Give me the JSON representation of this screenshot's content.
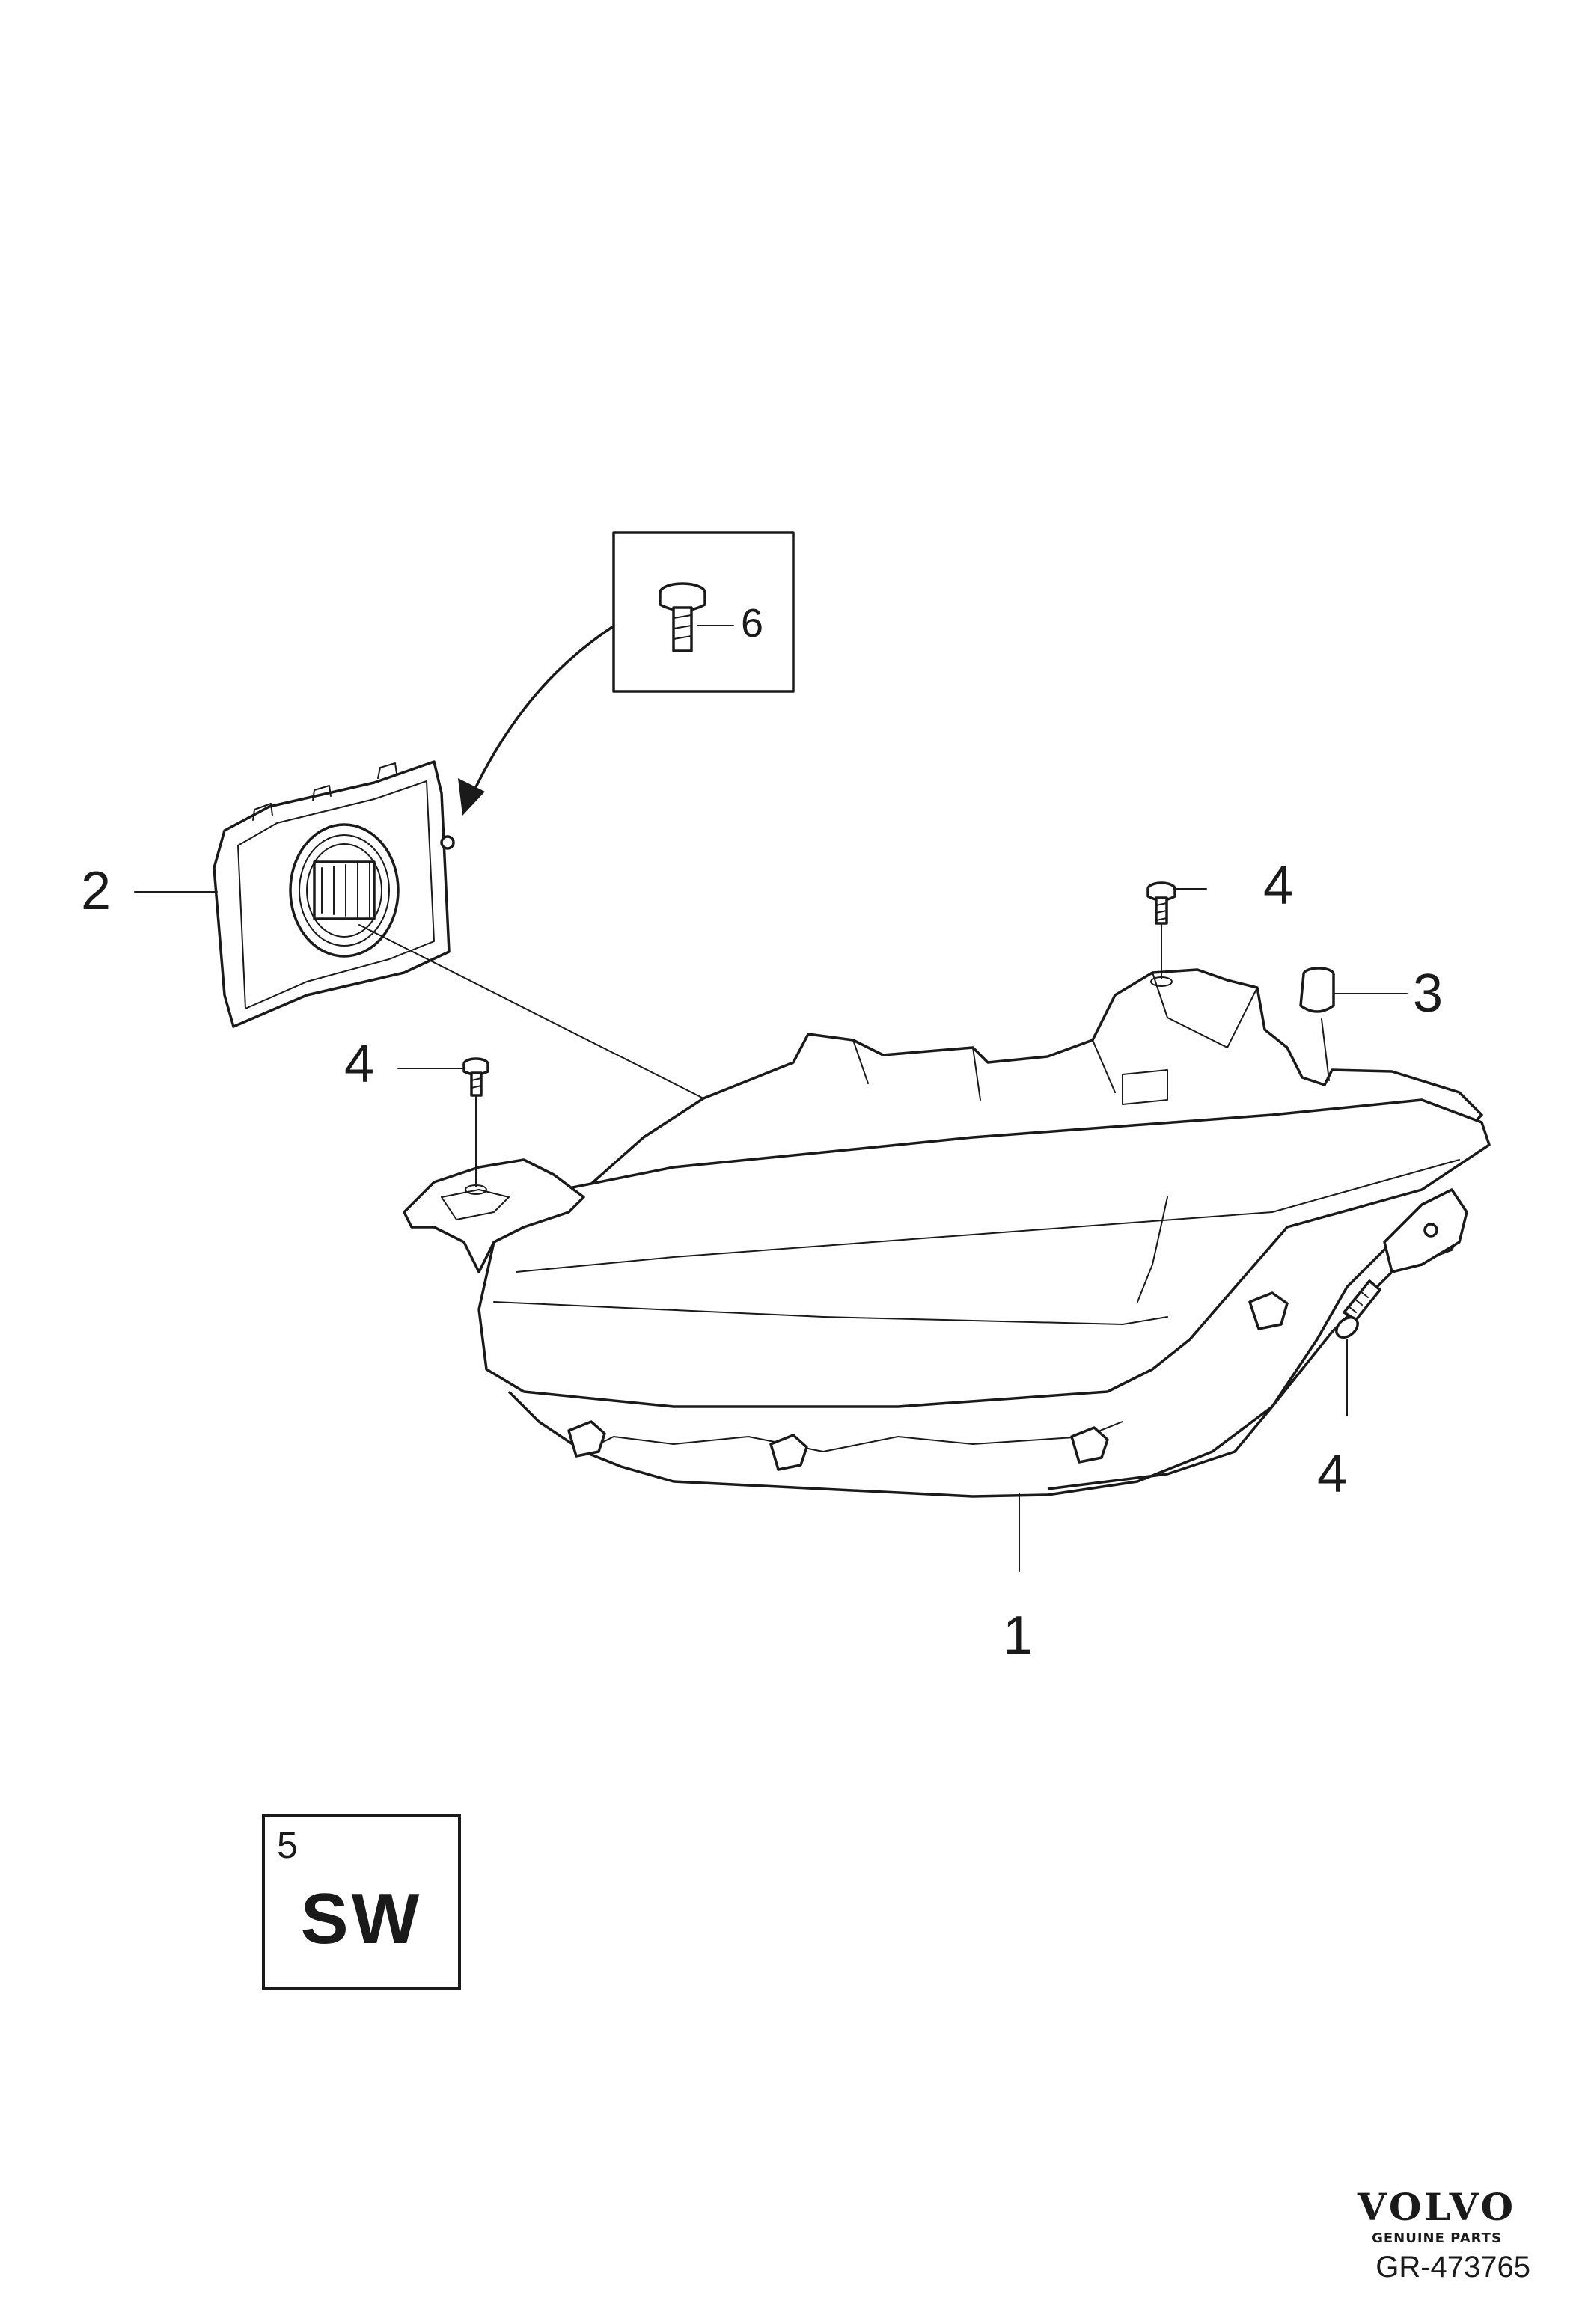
{
  "callouts": {
    "headlamp": "1",
    "control_module": "2",
    "cap": "3",
    "screw_top_right": "4",
    "screw_left": "4",
    "screw_lower_right": "4",
    "screw_inset": "6"
  },
  "software_box": {
    "number": "5",
    "text": "SW"
  },
  "brand": {
    "name": "VOLVO",
    "subtitle": "GENUINE PARTS"
  },
  "reference": "GR-473765",
  "colors": {
    "line": "#1a1a1a",
    "background": "#ffffff"
  }
}
